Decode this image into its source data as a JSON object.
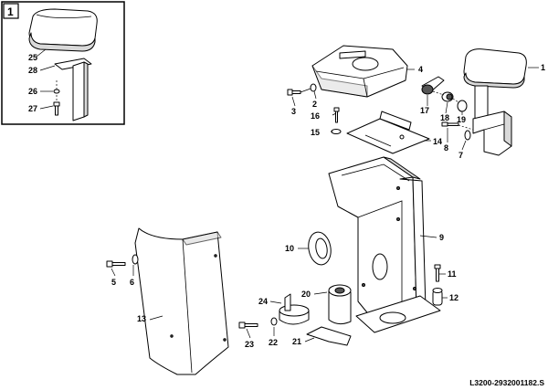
{
  "inset": {
    "number": "1"
  },
  "callouts": [
    {
      "id": "25",
      "text": "25"
    },
    {
      "id": "28",
      "text": "28"
    },
    {
      "id": "26",
      "text": "26"
    },
    {
      "id": "27",
      "text": "27"
    },
    {
      "id": "4",
      "text": "4"
    },
    {
      "id": "1",
      "text": "1"
    },
    {
      "id": "2",
      "text": "2"
    },
    {
      "id": "3",
      "text": "3"
    },
    {
      "id": "16",
      "text": "16"
    },
    {
      "id": "15",
      "text": "15"
    },
    {
      "id": "14",
      "text": "14"
    },
    {
      "id": "17",
      "text": "17"
    },
    {
      "id": "18",
      "text": "18"
    },
    {
      "id": "19",
      "text": "19"
    },
    {
      "id": "8",
      "text": "8"
    },
    {
      "id": "7",
      "text": "7"
    },
    {
      "id": "9",
      "text": "9"
    },
    {
      "id": "10",
      "text": "10"
    },
    {
      "id": "11",
      "text": "11"
    },
    {
      "id": "12",
      "text": "12"
    },
    {
      "id": "5",
      "text": "5"
    },
    {
      "id": "6",
      "text": "6"
    },
    {
      "id": "13",
      "text": "13"
    },
    {
      "id": "24",
      "text": "24"
    },
    {
      "id": "20",
      "text": "20"
    },
    {
      "id": "23",
      "text": "23"
    },
    {
      "id": "22",
      "text": "22"
    },
    {
      "id": "21",
      "text": "21"
    }
  ],
  "reference_code": "L3200-2932001182.S"
}
